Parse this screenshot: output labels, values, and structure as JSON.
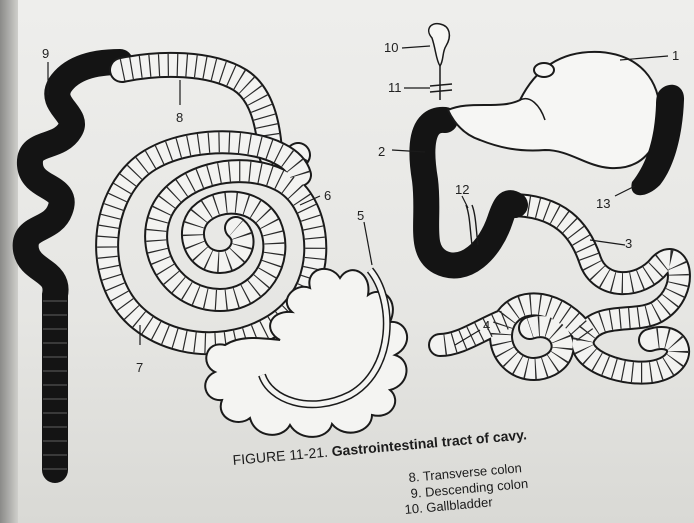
{
  "labels": [
    "1",
    "2",
    "3",
    "4",
    "5",
    "6",
    "7",
    "8",
    "9",
    "10",
    "11",
    "12",
    "13"
  ],
  "caption": {
    "figure_label": "FIGURE 11-21.",
    "title": "Gastrointestinal tract of cavy."
  },
  "legend": [
    "8. Transverse colon",
    "9. Descending colon",
    "10. Gallbladder"
  ],
  "colors": {
    "ink": "#1a1a1a",
    "dark_fill": "#141414",
    "paper": "#ececea"
  }
}
